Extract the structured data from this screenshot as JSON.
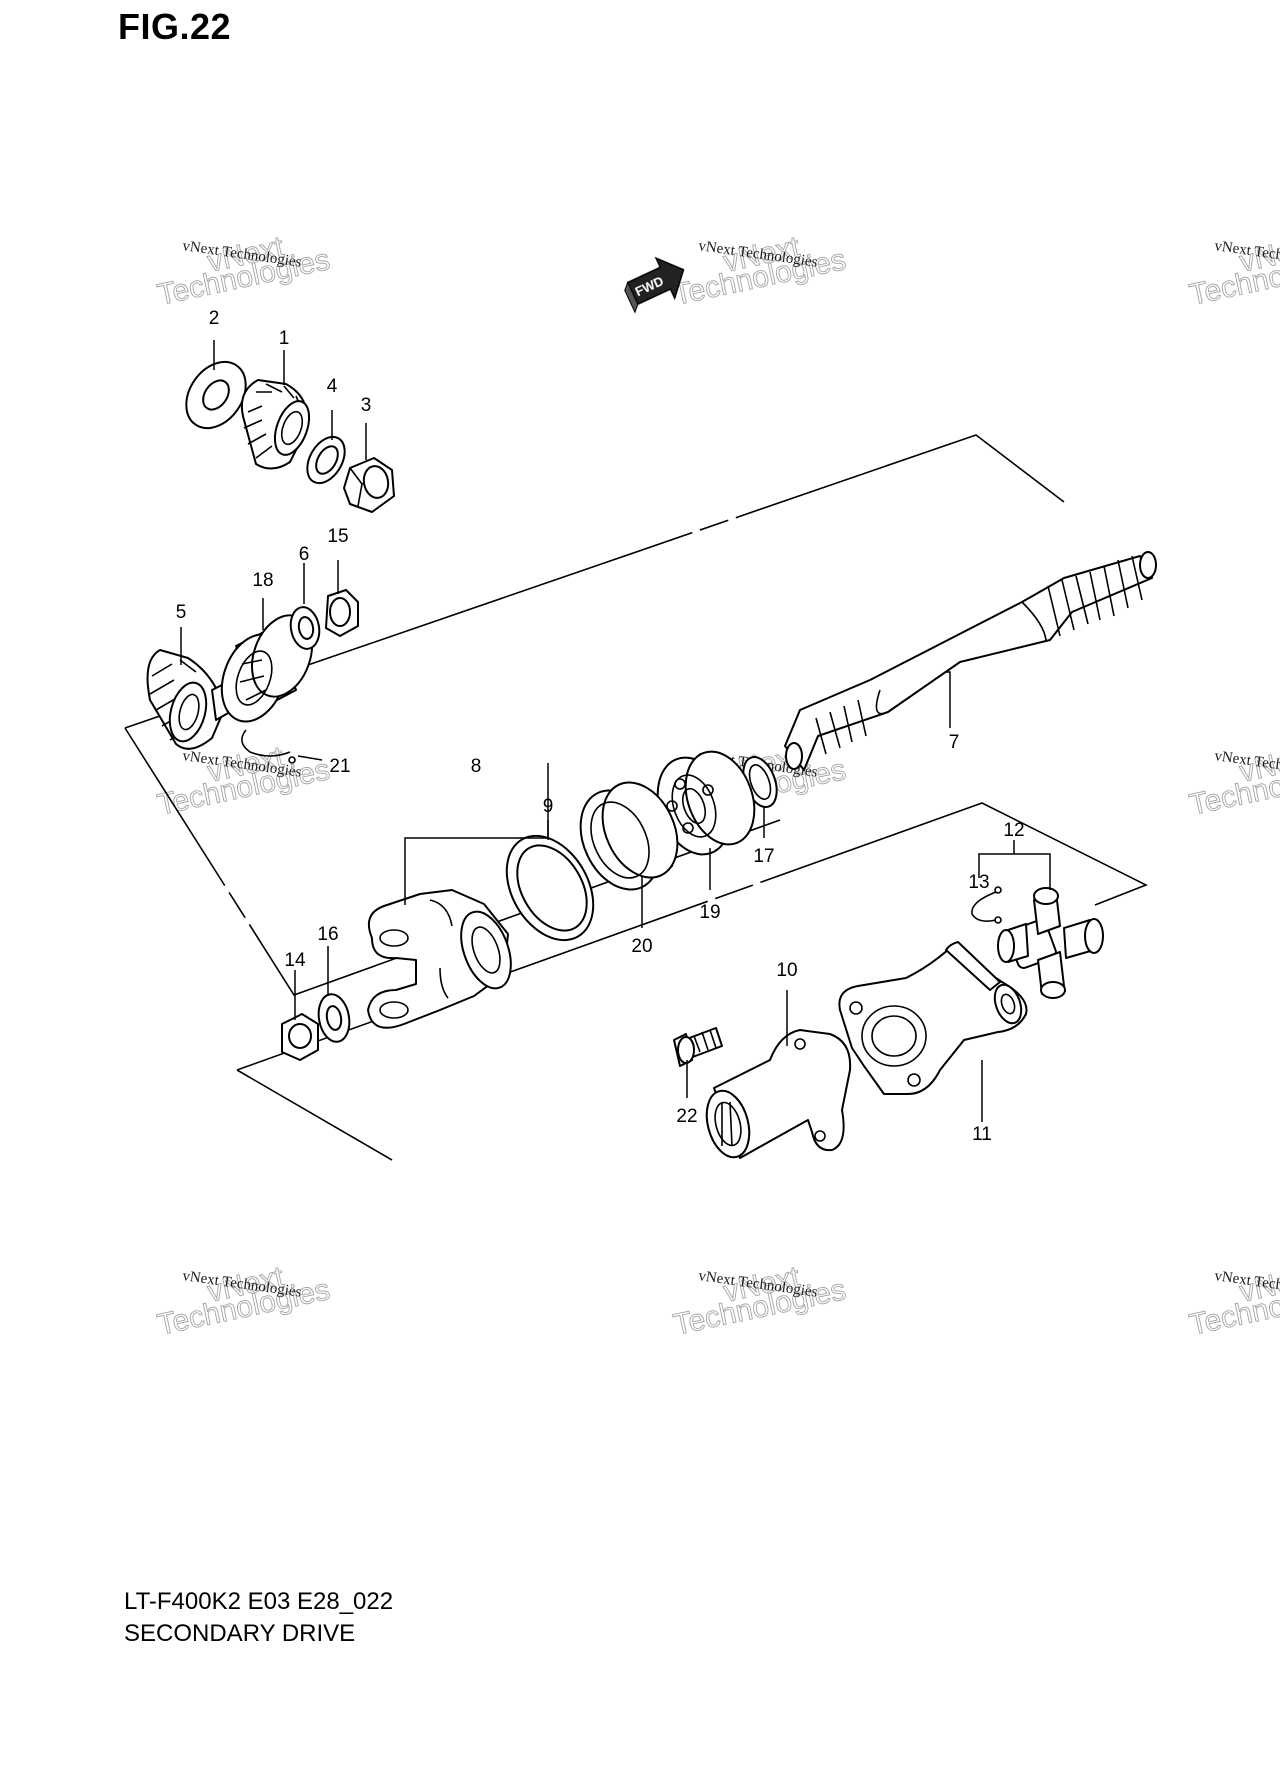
{
  "figure_title": "FIG.22",
  "model_code": "LT-F400K2 E03 E28_022",
  "assembly_name": "SECONDARY DRIVE",
  "direction_arrow_label": "FWD",
  "watermark": {
    "line1": "vNext Technologies",
    "line2": "vNext",
    "line3": "Technologies"
  },
  "callouts": [
    {
      "id": "c1",
      "number": "1"
    },
    {
      "id": "c2",
      "number": "2"
    },
    {
      "id": "c3",
      "number": "3"
    },
    {
      "id": "c4",
      "number": "4"
    },
    {
      "id": "c5",
      "number": "5"
    },
    {
      "id": "c6",
      "number": "6"
    },
    {
      "id": "c7",
      "number": "7"
    },
    {
      "id": "c8",
      "number": "8"
    },
    {
      "id": "c9",
      "number": "9"
    },
    {
      "id": "c10",
      "number": "10"
    },
    {
      "id": "c11",
      "number": "11"
    },
    {
      "id": "c12",
      "number": "12"
    },
    {
      "id": "c13",
      "number": "13"
    },
    {
      "id": "c14",
      "number": "14"
    },
    {
      "id": "c15",
      "number": "15"
    },
    {
      "id": "c16",
      "number": "16"
    },
    {
      "id": "c17",
      "number": "17"
    },
    {
      "id": "c18",
      "number": "18"
    },
    {
      "id": "c19",
      "number": "19"
    },
    {
      "id": "c20",
      "number": "20"
    },
    {
      "id": "c21",
      "number": "21"
    },
    {
      "id": "c22",
      "number": "22"
    }
  ]
}
